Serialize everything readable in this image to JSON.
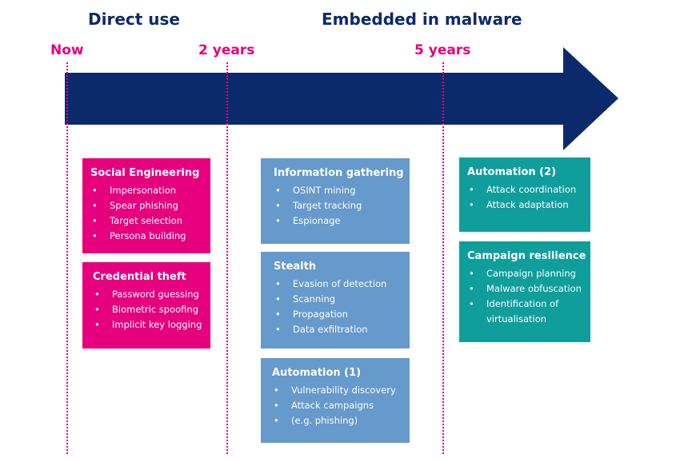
{
  "headers": {
    "direct_use": "Direct use",
    "embedded": "Embedded in malware"
  },
  "timeline": {
    "now": "Now",
    "two_years": "2 years",
    "five_years": "5 years"
  },
  "colors": {
    "arrow": "#0b2a6b",
    "accent": "#e5007e",
    "pink_card": "#e6007e",
    "blue_card": "#6699cc",
    "teal_card": "#0f9e9c"
  },
  "cards": {
    "social_engineering": {
      "title": "Social Engineering",
      "items": [
        "Impersonation",
        "Spear phishing",
        "Target selection",
        "Persona building"
      ]
    },
    "credential_theft": {
      "title": "Credential theft",
      "items": [
        "Password guessing",
        "Biometric spoofing",
        "Implicit key logging"
      ]
    },
    "information_gathering": {
      "title": "Information gathering",
      "items": [
        "OSINT mining",
        "Target tracking",
        "Espionage"
      ]
    },
    "stealth": {
      "title": "Stealth",
      "items": [
        "Evasion of detection",
        "Scanning",
        "Propagation",
        "Data exfiltration"
      ]
    },
    "automation_1": {
      "title": "Automation (1)",
      "items": [
        "Vulnerability discovery",
        "Attack campaigns",
        "(e.g. phishing)"
      ]
    },
    "automation_2": {
      "title": "Automation (2)",
      "items": [
        "Attack coordination",
        "Attack adaptation"
      ]
    },
    "campaign_resilience": {
      "title": "Campaign resilience",
      "items": [
        "Campaign planning",
        "Malware obfuscation",
        "Identification of virtualisation"
      ]
    }
  }
}
